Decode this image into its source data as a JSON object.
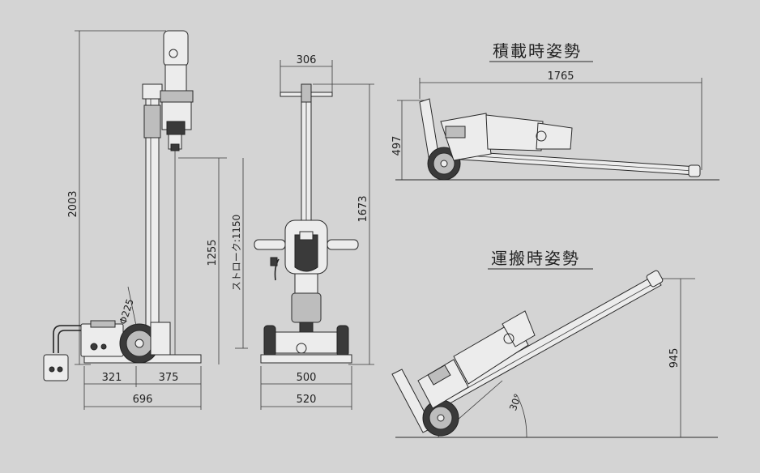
{
  "labels": {
    "loading_posture": "積載時姿勢",
    "carrying_posture": "運搬時姿勢",
    "stroke": "ストローク:1150",
    "wheel_diameter": "Φ225"
  },
  "dimensions": {
    "height_total": "2003",
    "height_1255": "1255",
    "base_321": "321",
    "base_375": "375",
    "base_696": "696",
    "handle_width": "306",
    "height_1673": "1673",
    "width_500": "500",
    "width_520": "520",
    "length_1765": "1765",
    "height_497": "497",
    "height_945": "945",
    "angle": "30°"
  }
}
